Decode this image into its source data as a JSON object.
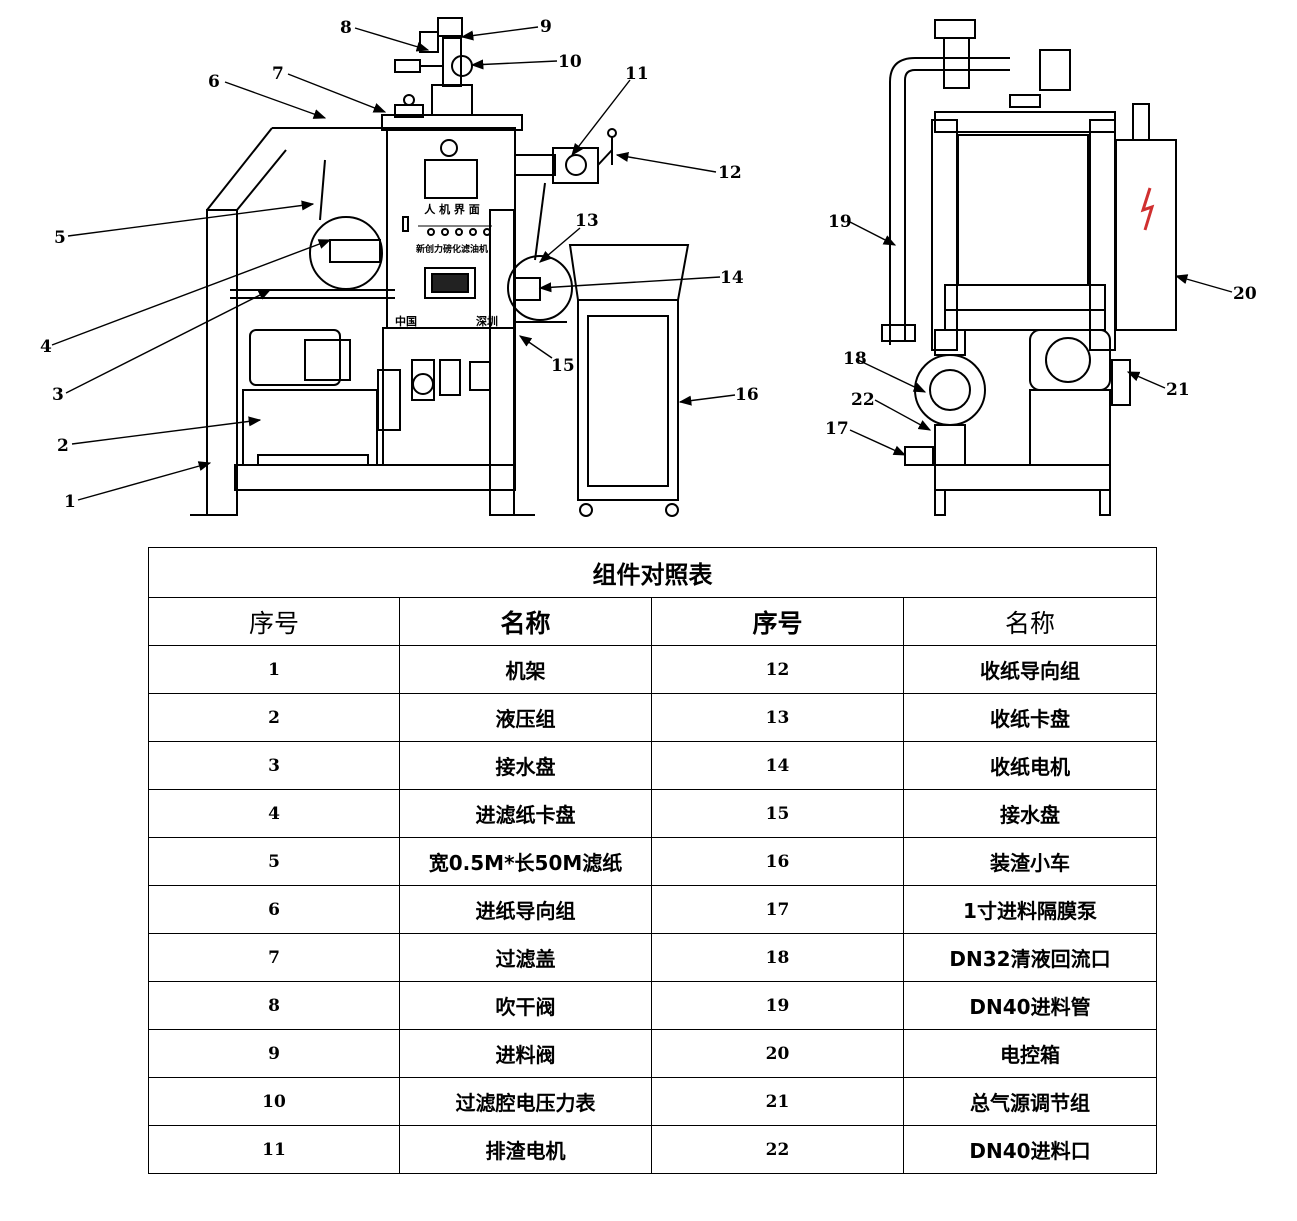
{
  "drawing": {
    "panel": {
      "hmi_label": "人 机 界 面",
      "brand": "新创力磅化滤油机",
      "origin_left": "中国",
      "origin_right": "深圳"
    },
    "callouts": [
      "1",
      "2",
      "3",
      "4",
      "5",
      "6",
      "7",
      "8",
      "9",
      "10",
      "11",
      "12",
      "13",
      "14",
      "15",
      "16",
      "17",
      "18",
      "19",
      "20",
      "21",
      "22"
    ]
  },
  "table": {
    "title": "组件对照表",
    "headers": [
      "序号",
      "名称",
      "序号",
      "名称"
    ],
    "rows": [
      {
        "no_a": "1",
        "name_a": "机架",
        "no_b": "12",
        "name_b": "收纸导向组"
      },
      {
        "no_a": "2",
        "name_a": "液压组",
        "no_b": "13",
        "name_b": "收纸卡盘"
      },
      {
        "no_a": "3",
        "name_a": "接水盘",
        "no_b": "14",
        "name_b": "收纸电机"
      },
      {
        "no_a": "4",
        "name_a": "进滤纸卡盘",
        "no_b": "15",
        "name_b": "接水盘"
      },
      {
        "no_a": "5",
        "name_a": "宽0.5M*长50M滤纸",
        "no_b": "16",
        "name_b": "装渣小车"
      },
      {
        "no_a": "6",
        "name_a": "进纸导向组",
        "no_b": "17",
        "name_b": "1寸进料隔膜泵"
      },
      {
        "no_a": "7",
        "name_a": "过滤盖",
        "no_b": "18",
        "name_b": "DN32清液回流口"
      },
      {
        "no_a": "8",
        "name_a": "吹干阀",
        "no_b": "19",
        "name_b": "DN40进料管"
      },
      {
        "no_a": "9",
        "name_a": "进料阀",
        "no_b": "20",
        "name_b": "电控箱"
      },
      {
        "no_a": "10",
        "name_a": "过滤腔电压力表",
        "no_b": "21",
        "name_b": "总气源调节组"
      },
      {
        "no_a": "11",
        "name_a": "排渣电机",
        "no_b": "22",
        "name_b": "DN40进料口"
      }
    ]
  }
}
